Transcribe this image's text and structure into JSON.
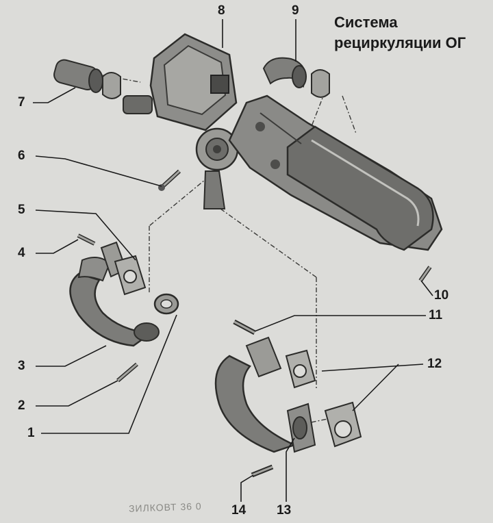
{
  "title": {
    "line1": "Система",
    "line2": "рециркуляции ОГ"
  },
  "callouts": [
    {
      "id": "1",
      "label": "1"
    },
    {
      "id": "2",
      "label": "2"
    },
    {
      "id": "3",
      "label": "3"
    },
    {
      "id": "4",
      "label": "4"
    },
    {
      "id": "5",
      "label": "5"
    },
    {
      "id": "6",
      "label": "6"
    },
    {
      "id": "7",
      "label": "7"
    },
    {
      "id": "8",
      "label": "8"
    },
    {
      "id": "9",
      "label": "9"
    },
    {
      "id": "10",
      "label": "10"
    },
    {
      "id": "11",
      "label": "11"
    },
    {
      "id": "12",
      "label": "12"
    },
    {
      "id": "13",
      "label": "13"
    },
    {
      "id": "14",
      "label": "14"
    }
  ],
  "footer_stamp": "ЗИЛКОВТ 36 0",
  "colors": {
    "background": "#dcdcd9",
    "ink": "#1a1a1a",
    "part_fill": "#8d8d8a",
    "part_dark": "#4a4a48",
    "part_light": "#b9b9b5"
  }
}
